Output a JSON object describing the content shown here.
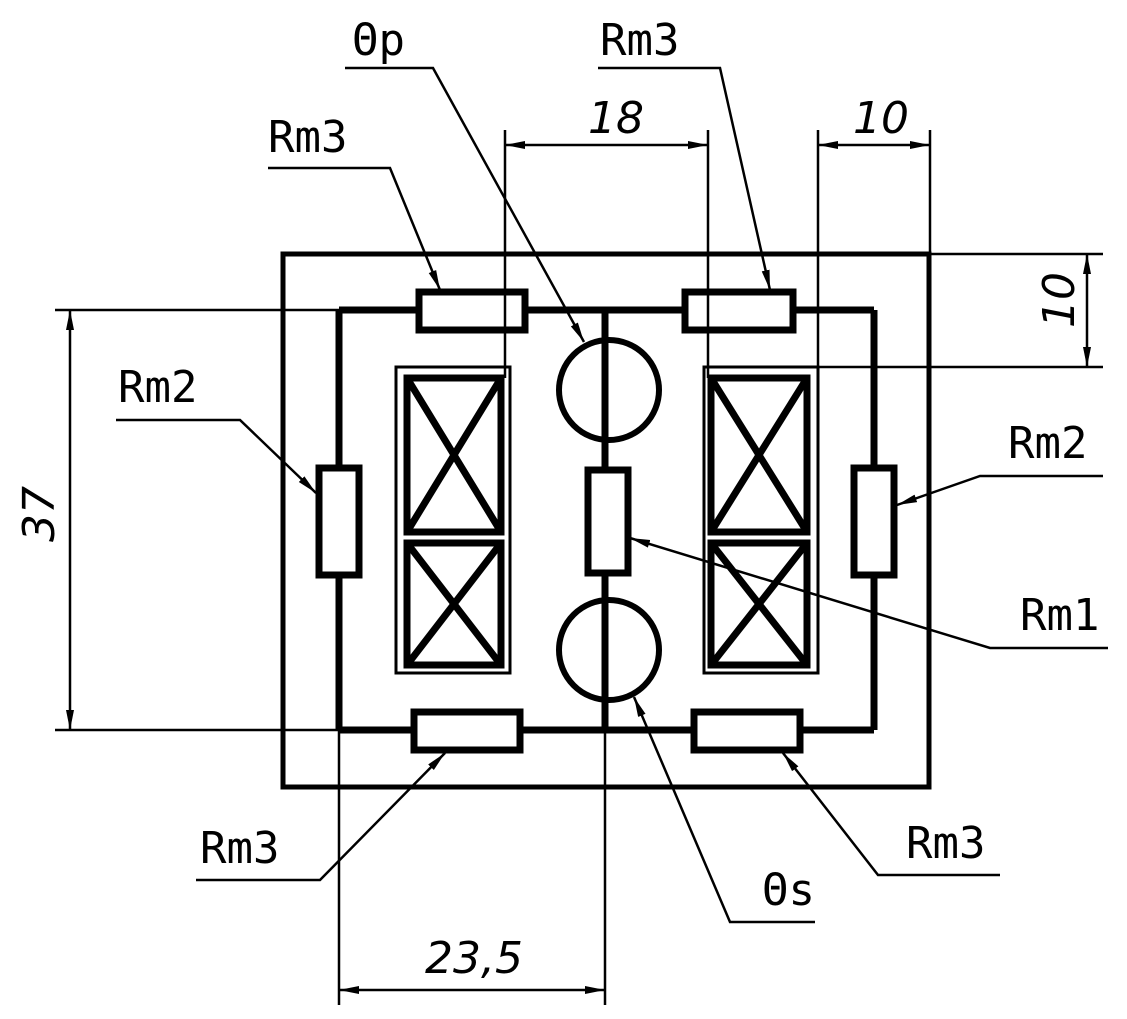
{
  "labels": {
    "rm1": "Rm1",
    "rm2": "Rm2",
    "rm3": "Rm3",
    "theta_p": "Θp",
    "theta_s": "Θs"
  },
  "dimensions": {
    "width_18": "18",
    "width_10": "10",
    "height_10": "10",
    "height_37": "37",
    "width_23_5": "23,5"
  },
  "colors": {
    "ink": "#000000",
    "background": "#ffffff"
  }
}
